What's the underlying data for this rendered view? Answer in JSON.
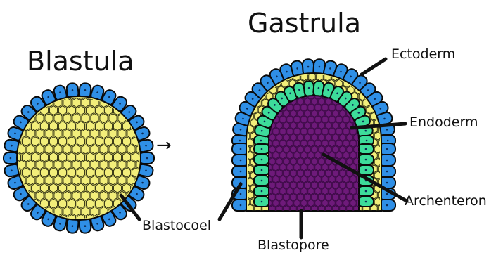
{
  "titles": {
    "blastula": "Blastula",
    "gastrula": "Gastrula"
  },
  "labels": {
    "ectoderm": "Ectoderm",
    "endoderm": "Endoderm",
    "archenteron": "Archenteron",
    "blastocoel": "Blastocoel",
    "blastopore": "Blastopore"
  },
  "arrow_glyph": "→",
  "colors": {
    "ectoderm": "#2f8fe6",
    "endoderm": "#3ddc9a",
    "blastocoel": "#f2ee7a",
    "archenteron": "#6e1a7a",
    "outline": "#0a0a0a",
    "label_line": "#111111"
  }
}
